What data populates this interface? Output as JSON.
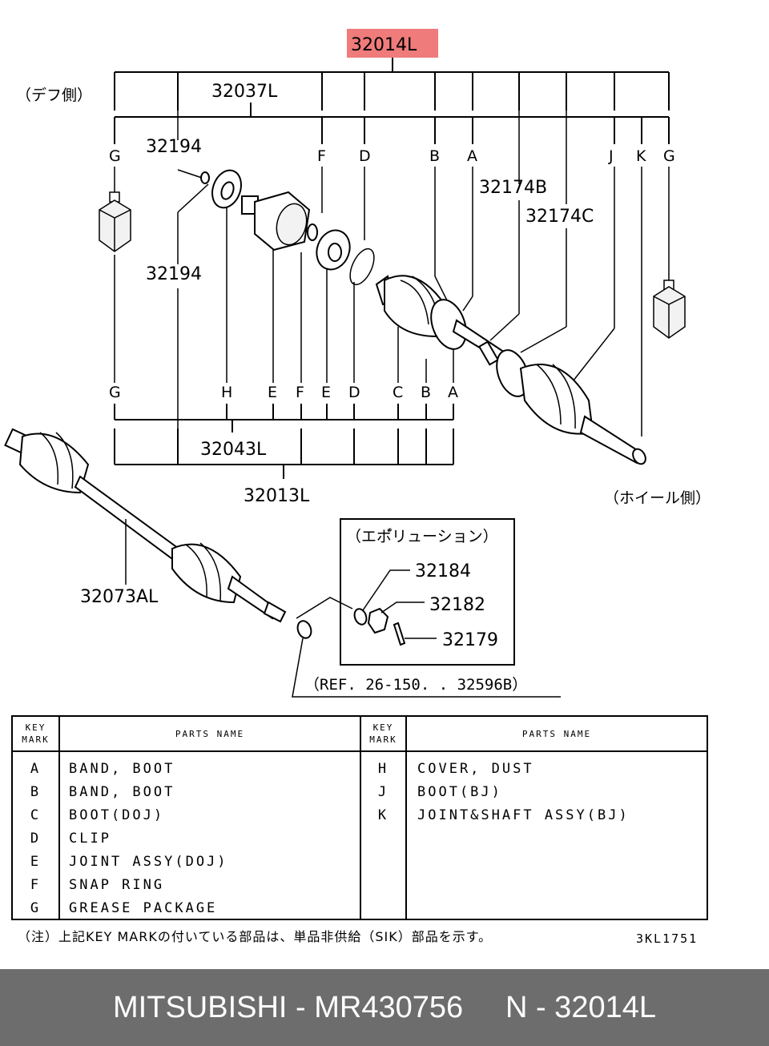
{
  "diagram": {
    "highlight_part": "32014L",
    "side_diff": "（デフ側）",
    "side_wheel": "（ホイール側）",
    "evolution_label": "（エボ゚リューション）",
    "ref_note": "（REF. 26-150. . 32596B）",
    "part_numbers": {
      "p32037L": "32037L",
      "p32194_top": "32194",
      "p32194_bottom": "32194",
      "p32174B": "32174B",
      "p32174C": "32174C",
      "p32043L": "32043L",
      "p32013L": "32013L",
      "p32073AL": "32073AL",
      "p32184": "32184",
      "p32182": "32182",
      "p32179": "32179"
    },
    "top_marks": [
      "G",
      "F",
      "D",
      "B",
      "A",
      "J",
      "K",
      "G"
    ],
    "bottom_marks": [
      "G",
      "H",
      "E",
      "F",
      "E",
      "D",
      "C",
      "B",
      "A"
    ],
    "highlight_color": "#ef7b7b"
  },
  "table": {
    "header_key_mark": [
      "KEY",
      "MARK"
    ],
    "header_parts_name": "PARTS NAME",
    "left": [
      {
        "mark": "A",
        "name": "BAND, BOOT"
      },
      {
        "mark": "B",
        "name": "BAND, BOOT"
      },
      {
        "mark": "C",
        "name": "BOOT(DOJ)"
      },
      {
        "mark": "D",
        "name": "CLIP"
      },
      {
        "mark": "E",
        "name": "JOINT ASSY(DOJ)"
      },
      {
        "mark": "F",
        "name": "SNAP RING"
      },
      {
        "mark": "G",
        "name": "GREASE PACKAGE"
      }
    ],
    "right": [
      {
        "mark": "H",
        "name": "COVER, DUST"
      },
      {
        "mark": "J",
        "name": "BOOT(BJ)"
      },
      {
        "mark": "K",
        "name": "JOINT&SHAFT ASSY(BJ)"
      }
    ]
  },
  "note": "（注）上記KEY MARKの付いている部品は、単品非供給（SIK）部品を示す。",
  "catalog_code": "3KL1751",
  "footer": {
    "brand": "MITSUBISHI",
    "part_number": "MR430756",
    "ref": "N - 32014L",
    "separator": " - "
  }
}
